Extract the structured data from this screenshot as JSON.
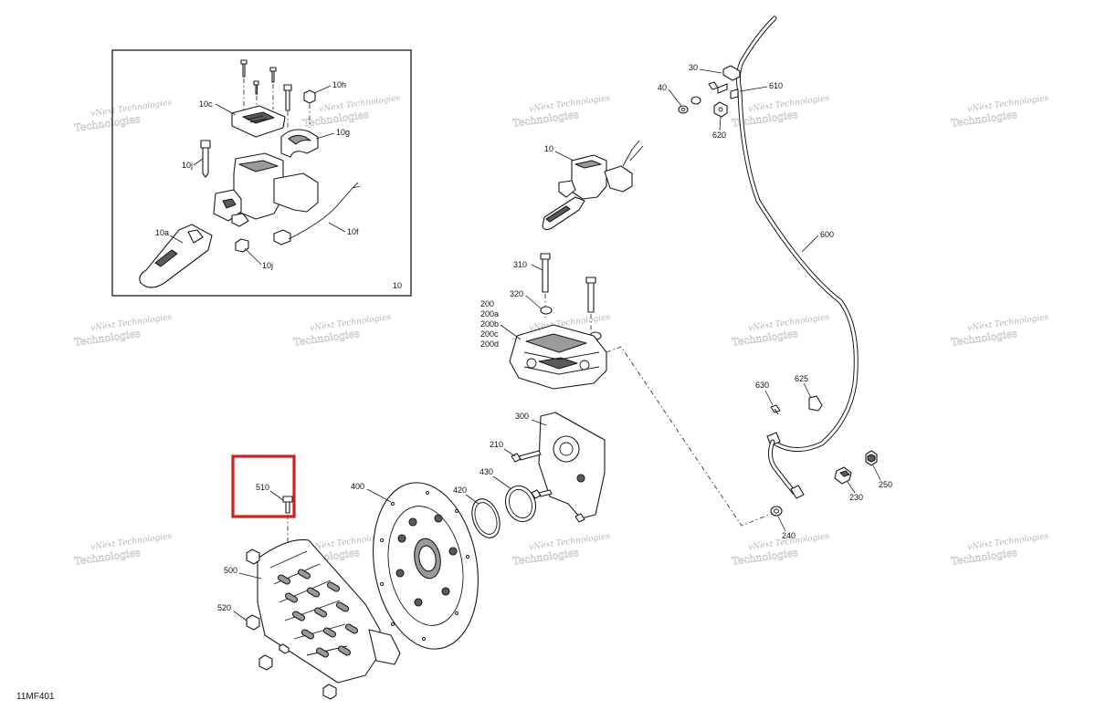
{
  "drawing_code": "11MF401",
  "watermark": {
    "line1": "vNext Technologies",
    "line2": "Technologies"
  },
  "inset_number": "10",
  "callouts": {
    "c10h": "10h",
    "c10c": "10c",
    "c10g": "10g",
    "c10j_top": "10j",
    "c10f": "10f",
    "c10a": "10a",
    "c10j_bot": "10j",
    "c30": "30",
    "c40": "40",
    "c610": "610",
    "c620": "620",
    "c10": "10",
    "c600": "600",
    "c310": "310",
    "c320": "320",
    "c200": "200",
    "c200a": "200a",
    "c200b": "200b",
    "c200c": "200c",
    "c200d": "200d",
    "c630": "630",
    "c625": "625",
    "c300": "300",
    "c210": "210",
    "c430": "430",
    "c420": "420",
    "c400": "400",
    "c510": "510",
    "c230": "230",
    "c250": "250",
    "c240": "240",
    "c500": "500",
    "c520": "520"
  },
  "colors": {
    "highlight": "#d3201f",
    "line": "#1a1a1a",
    "watermark": "#b8b8b8"
  }
}
